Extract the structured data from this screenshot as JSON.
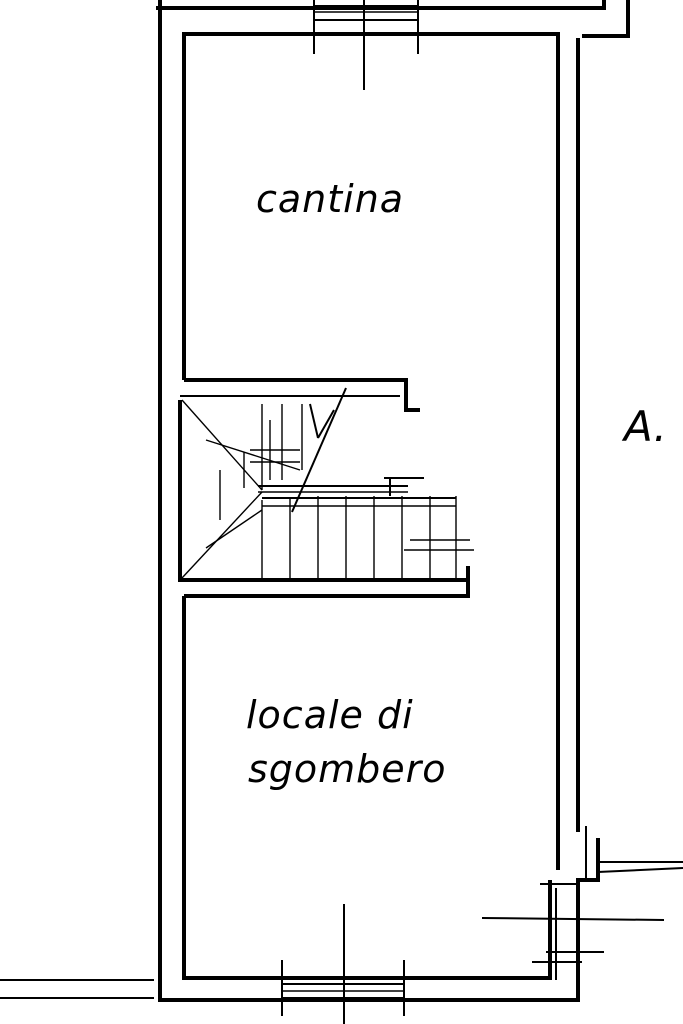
{
  "rooms": {
    "cantina": "cantina",
    "locale_line1": "locale di",
    "locale_line2": "sgombero"
  },
  "marker": "A.",
  "colors": {
    "ink": "#000000",
    "paper": "#ffffff"
  }
}
